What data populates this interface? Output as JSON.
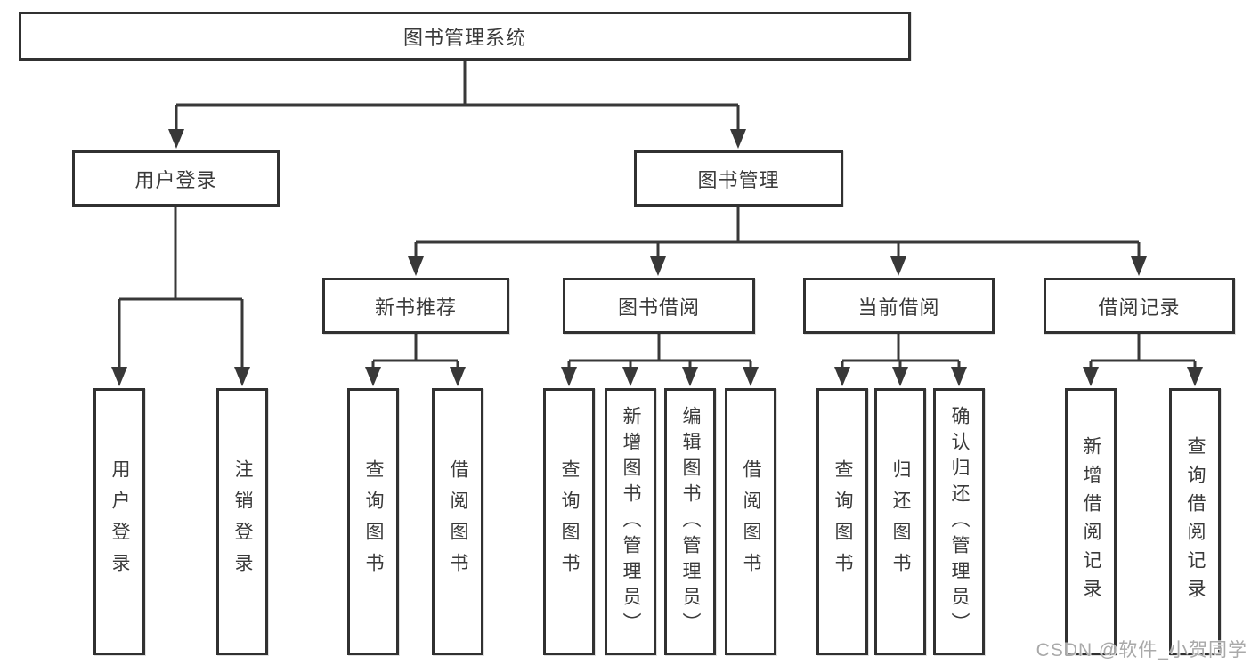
{
  "tree": {
    "root": {
      "label": "图书管理系统"
    },
    "branches": [
      {
        "label": "用户登录",
        "children": [
          {
            "label": "用户登录"
          },
          {
            "label": "注销登录"
          }
        ]
      },
      {
        "label": "图书管理",
        "children": [
          {
            "label": "新书推荐",
            "children": [
              {
                "label": "查询图书"
              },
              {
                "label": "借阅图书"
              }
            ]
          },
          {
            "label": "图书借阅",
            "children": [
              {
                "label": "查询图书"
              },
              {
                "label": "新增图书（管理员）"
              },
              {
                "label": "编辑图书（管理员）"
              },
              {
                "label": "借阅图书"
              }
            ]
          },
          {
            "label": "当前借阅",
            "children": [
              {
                "label": "查询图书"
              },
              {
                "label": "归还图书"
              },
              {
                "label": "确认归还（管理员）"
              }
            ]
          },
          {
            "label": "借阅记录",
            "children": [
              {
                "label": "新增借阅记录"
              },
              {
                "label": "查询借阅记录"
              }
            ]
          }
        ]
      }
    ]
  },
  "watermark": {
    "text": "CSDN @软件_小贺同学"
  },
  "colors": {
    "line": "#383838",
    "border": "#313131",
    "text": "#3a3a3a",
    "watermark": "#a9a9a9",
    "background": "#ffffff"
  }
}
